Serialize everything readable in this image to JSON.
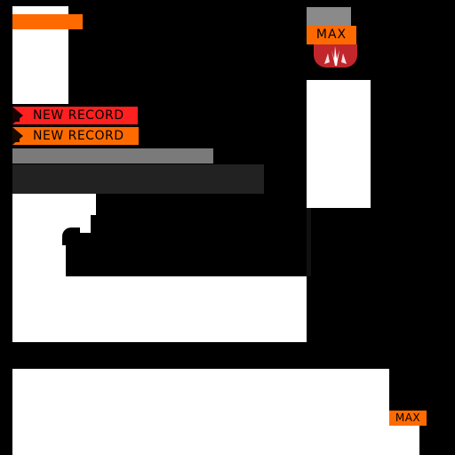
{
  "records": {
    "label_red": "NEW RECORD",
    "label_orange": "NEW RECORD"
  },
  "badges": {
    "max_top": "MAX",
    "max_bottom": "MAX"
  },
  "colors": {
    "accent_orange": "#ff6a00",
    "accent_red": "#ff2020",
    "emblem_red": "#c0262b",
    "bar_gray": "#7a7a7a",
    "bar_dark": "#222222"
  },
  "icons": {
    "emblem": "flame-emblem-icon"
  }
}
